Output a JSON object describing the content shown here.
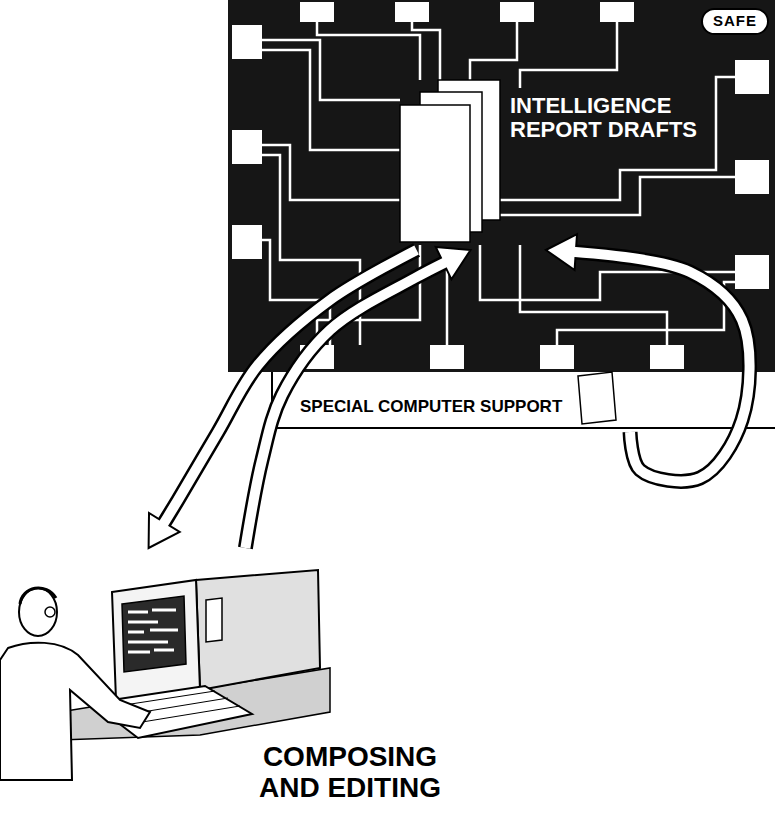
{
  "diagram": {
    "nodes": [
      {
        "text": [
          "SPECIAL COMPUTER SUPPORT"
        ]
      },
      {
        "text": [
          "SAFE"
        ],
        "in": 0
      },
      {
        "text": [
          "INTELLIGENCE REPORT DRAFTS"
        ],
        "in": 0
      },
      {
        "text": [
          "COMPOSING AND EDITING"
        ]
      }
    ],
    "edges": [
      {
        "from": 2,
        "to": 3,
        "arrow": "to"
      },
      {
        "from": 3,
        "to": 2,
        "arrow": "to"
      },
      {
        "from": 0,
        "to": 2,
        "arrow": "to"
      }
    ]
  }
}
